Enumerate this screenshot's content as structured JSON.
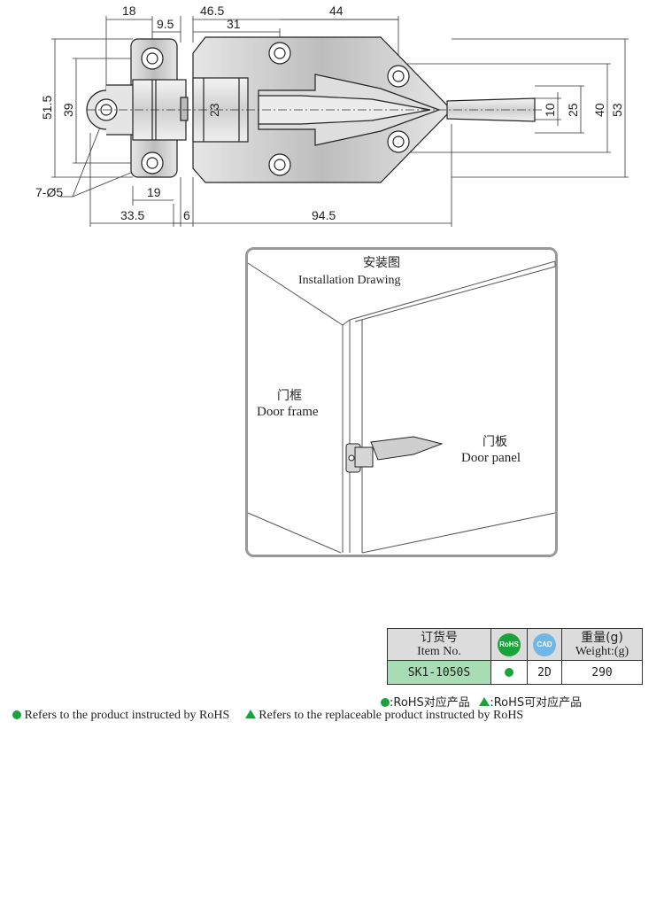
{
  "drawing": {
    "dims_top": [
      "18",
      "9.5",
      "46.5",
      "31",
      "44"
    ],
    "dims_left": [
      "51.5",
      "39"
    ],
    "dims_right": [
      "10",
      "25",
      "40",
      "53"
    ],
    "dim_center": "23",
    "hole_note": "7-Ø5",
    "dims_bottom": [
      "19",
      "33.5",
      "6",
      "94.5"
    ]
  },
  "installation": {
    "title_zh": "安装图",
    "title_en": "Installation Drawing",
    "frame_zh": "门框",
    "frame_en": "Door frame",
    "panel_zh": "门板",
    "panel_en": "Door panel"
  },
  "table": {
    "col_item_zh": "订货号",
    "col_item_en": "Item No.",
    "rohs_badge": "RoHS",
    "cad_badge": "CAD",
    "col_weight_zh": "重量(g)",
    "col_weight_en": "Weight:(g)",
    "item_no": "SK1-1050S",
    "cad_value": "2D",
    "weight_value": "290"
  },
  "legend": {
    "rohs_zh": ":RoHS对应产品",
    "replace_zh": ":RoHS可对应产品",
    "rohs_en": "Refers to the product instructed by RoHS",
    "replace_en": "Refers to the replaceable product instructed by RoHS"
  },
  "colors": {
    "accent_green": "#1aa33a",
    "header_gray": "#dcdcdc",
    "item_cell": "#a8dcb4"
  }
}
